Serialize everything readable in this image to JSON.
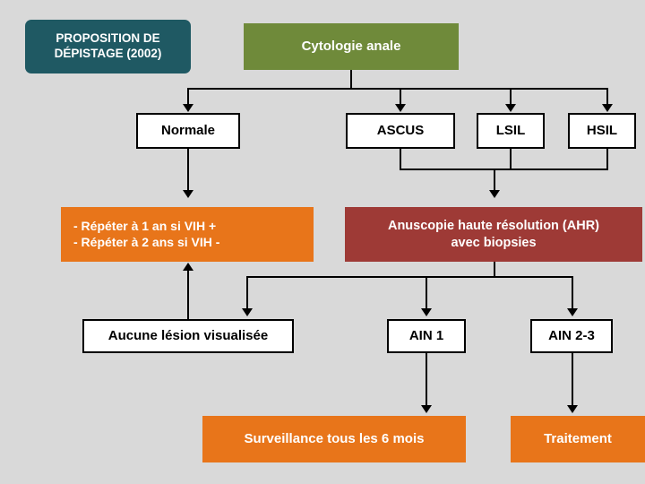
{
  "diagram": {
    "title_box": {
      "label": "PROPOSITION  DE\nDÉPISTAGE (2002)",
      "color": "#1f5963"
    },
    "header_box": {
      "label": "Cytologie anale",
      "color": "#6f8a3a"
    },
    "results": [
      {
        "label": "Normale"
      },
      {
        "label": "ASCUS"
      },
      {
        "label": "LSIL"
      },
      {
        "label": "HSIL"
      }
    ],
    "followup_normal": {
      "label": "- Répéter à 1 an si VIH +\n- Répéter à 2 ans si VIH -",
      "color": "#e8751a"
    },
    "hra_box": {
      "label": "Anuscopie haute résolution (AHR)\navec biopsies",
      "color": "#9e3a36"
    },
    "hra_results": [
      {
        "label": "Aucune lésion visualisée"
      },
      {
        "label": "AIN 1"
      },
      {
        "label": "AIN 2-3"
      }
    ],
    "outcomes": [
      {
        "label": "Surveillance tous les 6 mois",
        "color": "#e8751a"
      },
      {
        "label": "Traitement",
        "color": "#e8751a"
      }
    ]
  }
}
